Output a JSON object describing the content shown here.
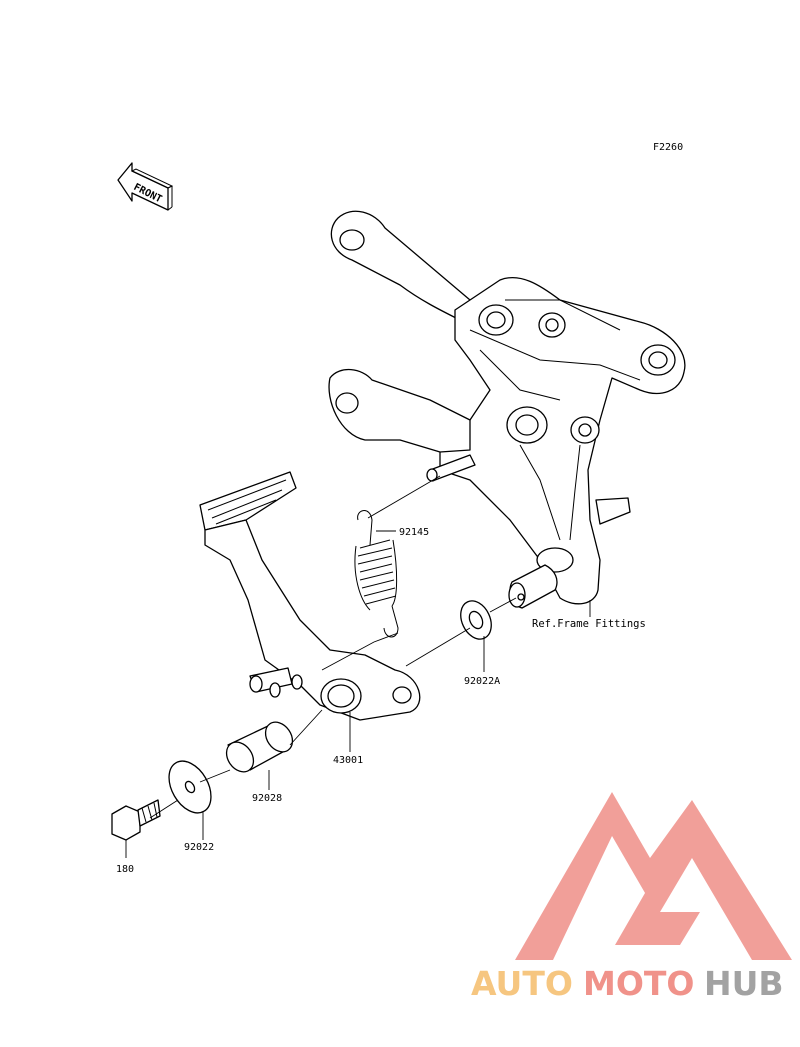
{
  "diagram": {
    "figure_code": "F2260",
    "front_marker": "FRONT",
    "reference_label": "Ref.Frame Fittings",
    "callouts": [
      {
        "id": "spring",
        "label": "92145"
      },
      {
        "id": "washer-a",
        "label": "92022A"
      },
      {
        "id": "pedal",
        "label": "43001"
      },
      {
        "id": "collar",
        "label": "92028"
      },
      {
        "id": "washer",
        "label": "92022"
      },
      {
        "id": "bolt",
        "label": "180"
      }
    ]
  },
  "watermark": {
    "brand_part1": "AUTO",
    "brand_part2": "MOTO",
    "brand_part3": "HUB",
    "colors": {
      "auto": "#f6c37a",
      "moto": "#f08d84",
      "hub": "#9e9e9e",
      "triangle": "#f19a94"
    }
  }
}
